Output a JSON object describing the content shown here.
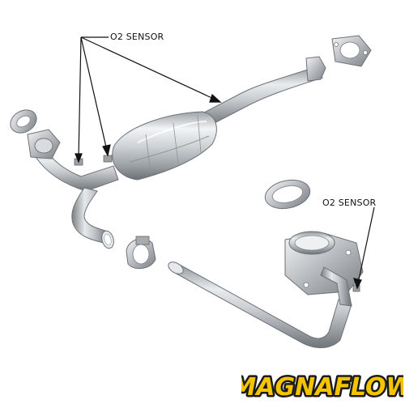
{
  "callouts": {
    "top_sensor_label": "O2 SENSOR",
    "right_sensor_label": "O2 SENSOR"
  },
  "brand": {
    "logo_text": "MAGNAFLOW",
    "logo_fill": "#f5c400",
    "logo_outline": "#1a1a1a"
  },
  "colors": {
    "background": "#ffffff",
    "metal": "#b8bcc0"
  }
}
